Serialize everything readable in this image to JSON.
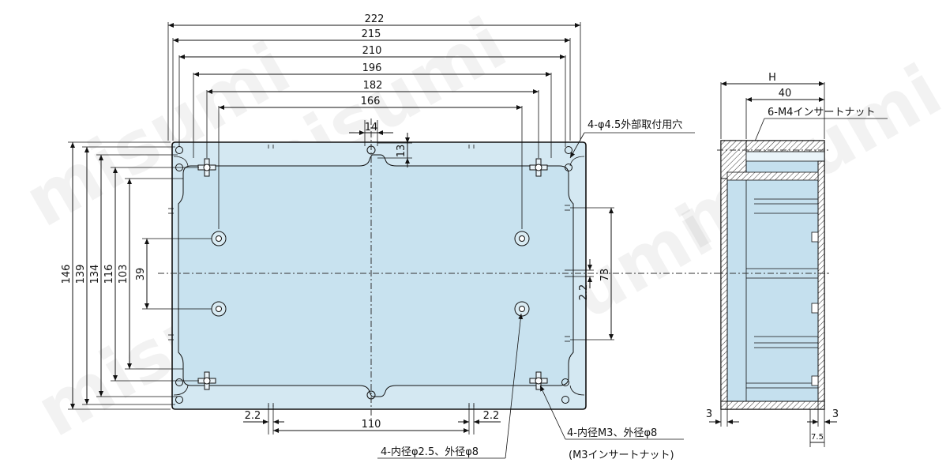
{
  "top_dims": [
    "222",
    "215",
    "210",
    "196",
    "182",
    "166",
    "14",
    "13"
  ],
  "left_dims": [
    "146",
    "139",
    "134",
    "116",
    "103",
    "39"
  ],
  "right_dims": [
    "73",
    "2.2"
  ],
  "bottom_dims": [
    "2.2",
    "110",
    "2.2"
  ],
  "labels": {
    "mount_holes": "4-φ4.5外部取付用穴",
    "inner_small": "4-内径φ2.5、外径φ8",
    "inner_m3": "4-内径M3、外径φ8",
    "inner_m3_sub": "(M3インサートナット)",
    "insert_m4": "6-M4インサートナット"
  },
  "side_dims": {
    "h": "H",
    "w40": "40",
    "left3": "3",
    "right3": "3",
    "bottom75": "7.5"
  },
  "watermark": "misumi",
  "colors": {
    "body_fill": "#d4e8f2",
    "inner_fill": "#c5e0ee",
    "line": "#111111"
  }
}
